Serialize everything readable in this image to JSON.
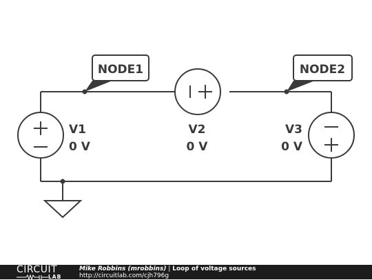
{
  "schematic": {
    "node_labels": [
      "NODE1",
      "NODE2"
    ],
    "components": [
      {
        "name": "V1",
        "value": "0 V"
      },
      {
        "name": "V2",
        "value": "0 V"
      },
      {
        "name": "V3",
        "value": "0 V"
      }
    ]
  },
  "footer": {
    "logo_top": "CIRCUIT",
    "logo_bottom": "LAB",
    "author": "Mike Robbins (mrobbins)",
    "separator": " | ",
    "title": "Loop of voltage sources",
    "url": "http://circuitlab.com/cjh796g"
  },
  "colors": {
    "wire": "#3a3a3a",
    "footer_bg": "#1c1c1c",
    "label_fill": "#ffffff"
  }
}
